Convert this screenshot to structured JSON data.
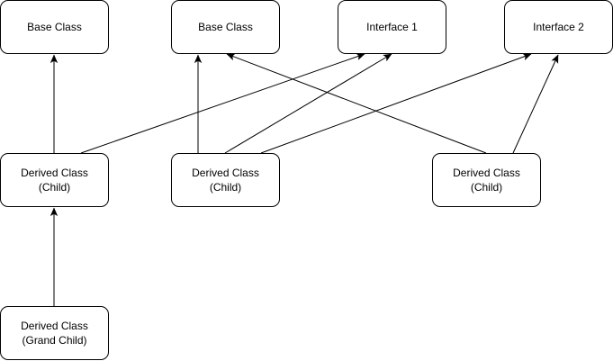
{
  "nodes": {
    "base_class_1": {
      "label": "Base Class"
    },
    "base_class_2": {
      "label": "Base Class"
    },
    "interface_1": {
      "label": "Interface 1"
    },
    "interface_2": {
      "label": "Interface 2"
    },
    "derived_child_1": {
      "line1": "Derived Class",
      "line2": "(Child)"
    },
    "derived_child_2": {
      "line1": "Derived Class",
      "line2": "(Child)"
    },
    "derived_child_3": {
      "line1": "Derived Class",
      "line2": "(Child)"
    },
    "derived_grand_child": {
      "line1": "Derived Class",
      "line2": "(Grand Child)"
    }
  },
  "edges": [
    {
      "from": "derived_child_1",
      "to": "base_class_1"
    },
    {
      "from": "derived_child_1",
      "to": "interface_1"
    },
    {
      "from": "derived_child_2",
      "to": "base_class_2"
    },
    {
      "from": "derived_child_2",
      "to": "interface_1"
    },
    {
      "from": "derived_child_2",
      "to": "interface_2"
    },
    {
      "from": "derived_child_3",
      "to": "base_class_2"
    },
    {
      "from": "derived_child_3",
      "to": "interface_2"
    },
    {
      "from": "derived_grand_child",
      "to": "derived_child_1"
    }
  ],
  "colors": {
    "stroke": "#000000",
    "fill": "#ffffff"
  }
}
